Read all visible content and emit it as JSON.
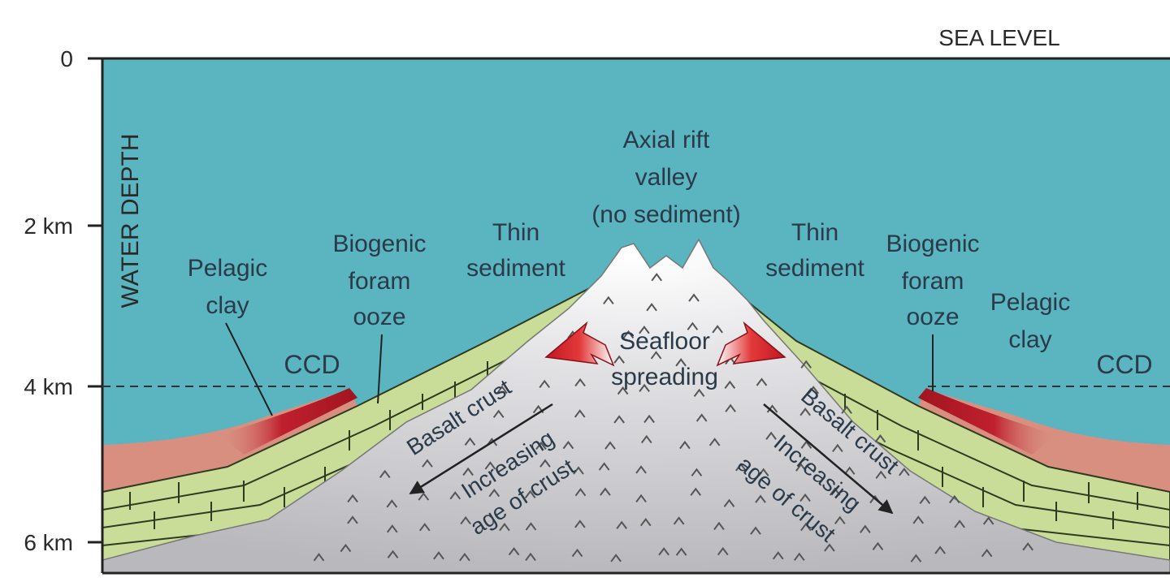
{
  "sea_level": "SEA LEVEL",
  "axis": {
    "title": "WATER DEPTH",
    "ticks": [
      "0",
      "2 km",
      "4 km",
      "6 km"
    ]
  },
  "ccd": "CCD",
  "rift": {
    "line1": "Axial rift",
    "line2": "valley",
    "line3": "(no sediment)"
  },
  "thin_sediment": {
    "line1": "Thin",
    "line2": "sediment"
  },
  "biogenic": {
    "line1": "Biogenic",
    "line2": "foram",
    "line3": "ooze"
  },
  "pelagic": {
    "line1": "Pelagic",
    "line2": "clay"
  },
  "spreading": {
    "line1": "Seafloor",
    "line2": "spreading"
  },
  "basalt": "Basalt crust",
  "age": {
    "line1": "Increasing",
    "line2": "age of crust"
  },
  "colors": {
    "water": "#5ab5c0",
    "sediment": "#c9dc98",
    "pelagic_clay": "#d88f80",
    "ccd_wedge": "#c0202e",
    "crust": "#c8c8cc",
    "arrow": "#d8232f"
  }
}
